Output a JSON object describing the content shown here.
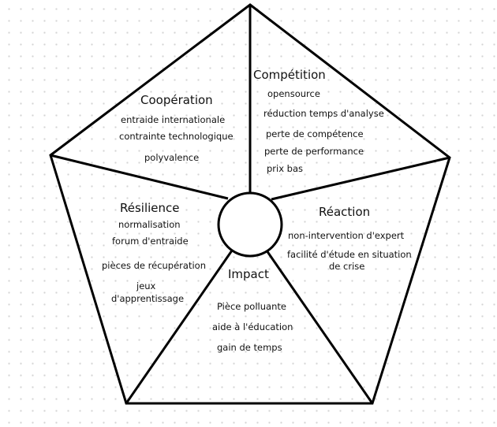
{
  "sections": {
    "cooperation": {
      "title": "Coopération",
      "items": [
        "entraide internationale",
        "contrainte technologique",
        "polyvalence"
      ]
    },
    "competition": {
      "title": "Compétition",
      "items": [
        "opensource",
        "réduction temps d'analyse",
        "perte de compétence",
        "perte de performance",
        "prix bas"
      ]
    },
    "resilience": {
      "title": "Résilience",
      "items": [
        "normalisation",
        "forum d'entraide",
        "pièces de récupération",
        "jeux",
        "d'apprentissage"
      ]
    },
    "reaction": {
      "title": "Réaction",
      "items": [
        "non-intervention d'expert",
        "facilité d'étude en situation",
        "de crise"
      ]
    },
    "impact": {
      "title": "Impact",
      "items": [
        "Pièce polluante",
        "aide à l'éducation",
        "gain de temps"
      ]
    }
  }
}
